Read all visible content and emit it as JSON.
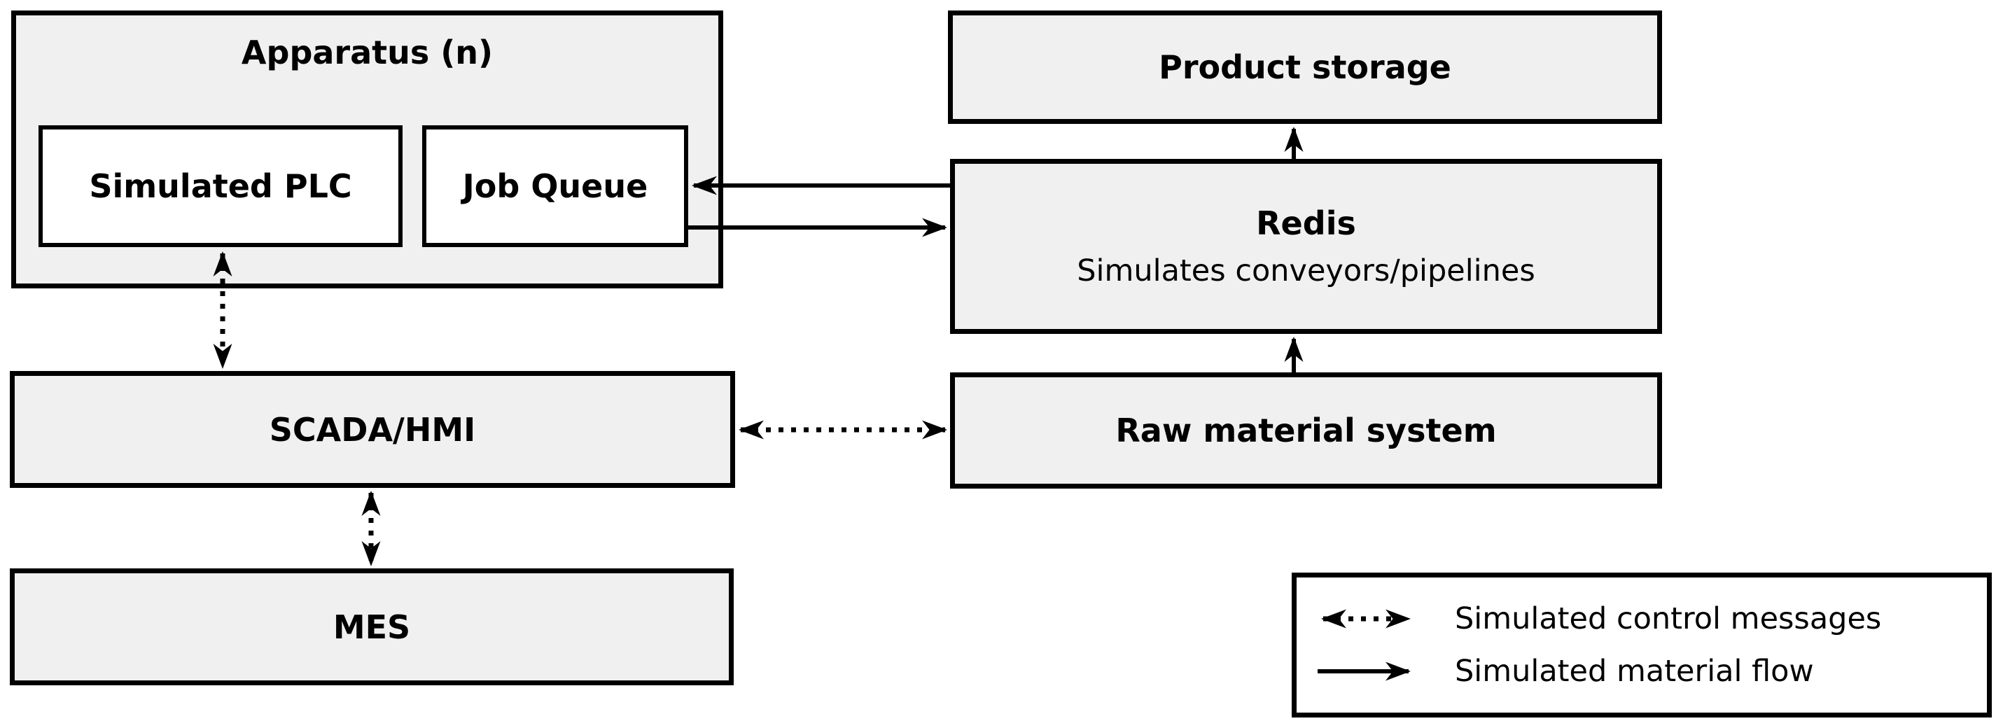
{
  "diagram": {
    "title_meaning": "Simulated manufacturing architecture diagram",
    "colors": {
      "background": "#ffffff",
      "box_fill": "#f0f0f0",
      "inner_box_fill": "#ffffff",
      "line": "#000000"
    },
    "nodes": {
      "apparatus": {
        "title": "Apparatus (n)"
      },
      "simulated_plc": {
        "label": "Simulated PLC"
      },
      "job_queue": {
        "label": "Job Queue"
      },
      "product_storage": {
        "label": "Product storage"
      },
      "redis": {
        "title": "Redis",
        "subtitle": "Simulates conveyors/pipelines"
      },
      "scada_hmi": {
        "label": "SCADA/HMI"
      },
      "raw_material": {
        "label": "Raw material system"
      },
      "mes": {
        "label": "MES"
      }
    },
    "edges": [
      {
        "from": "simulated_plc",
        "to": "scada_hmi",
        "style": "dotted",
        "direction": "both"
      },
      {
        "from": "scada_hmi",
        "to": "mes",
        "style": "dotted",
        "direction": "both"
      },
      {
        "from": "scada_hmi",
        "to": "raw_material",
        "style": "dotted",
        "direction": "both"
      },
      {
        "from": "redis",
        "to": "job_queue",
        "style": "solid",
        "direction": "to"
      },
      {
        "from": "job_queue",
        "to": "redis",
        "style": "solid",
        "direction": "to"
      },
      {
        "from": "redis",
        "to": "product_storage",
        "style": "solid",
        "direction": "to"
      },
      {
        "from": "raw_material",
        "to": "redis",
        "style": "solid",
        "direction": "to"
      }
    ],
    "legend": {
      "items": [
        {
          "icon": "dotted-double-arrow",
          "label": "Simulated control messages"
        },
        {
          "icon": "solid-arrow",
          "label": "Simulated material flow"
        }
      ]
    }
  }
}
